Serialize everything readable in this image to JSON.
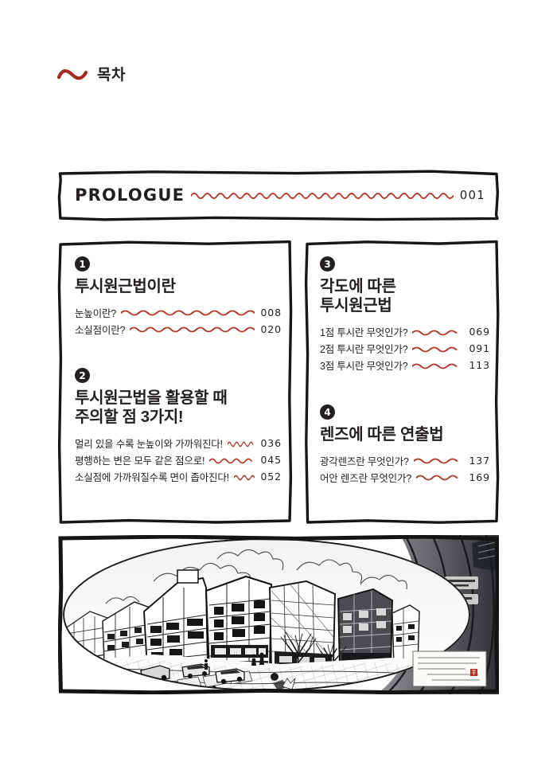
{
  "header": {
    "title": "목차",
    "squiggle_icon": "wave-squiggle-icon",
    "squiggle_color": "#a52a1e"
  },
  "colors": {
    "ink": "#231f20",
    "wave_red": "#b03828",
    "header_red": "#a52a1e",
    "paper": "#ffffff"
  },
  "prologue": {
    "label": "PROLOGUE",
    "page": "001",
    "leader_icon": "wavy-leader-icon"
  },
  "columns": {
    "left": [
      {
        "number": "1",
        "title": "투시원근법이란",
        "entries": [
          {
            "label": "눈높이란?",
            "page": "008"
          },
          {
            "label": "소실점이란?",
            "page": "020"
          }
        ]
      },
      {
        "number": "2",
        "title": "투시원근법을 활용할 때\n주의할 점 3가지!",
        "entries": [
          {
            "label": "멀리 있을 수록 눈높이와 가까워진다!",
            "page": "036"
          },
          {
            "label": "평행하는 변은 모두 같은 점으로!",
            "page": "045"
          },
          {
            "label": "소실점에 가까워질수록 면이 좁아진다!",
            "page": "052"
          }
        ]
      }
    ],
    "right": [
      {
        "number": "3",
        "title": "각도에 따른\n투시원근법",
        "entries": [
          {
            "label": "1점 투시란 무엇인가?",
            "page": "069"
          },
          {
            "label": "2점 투시란 무엇인가?",
            "page": "091"
          },
          {
            "label": "3점 투시란 무엇인가?",
            "page": "113"
          }
        ]
      },
      {
        "number": "4",
        "title": "렌즈에 따른 연출법",
        "entries": [
          {
            "label": "광각렌즈란 무엇인가?",
            "page": "137"
          },
          {
            "label": "어안 렌즈란 무엇인가?",
            "page": "169"
          }
        ]
      }
    ]
  },
  "illustration": {
    "name": "fisheye-cityscape-sketch",
    "description": "흑백 펜 드로잉 어안렌즈 도시 풍경",
    "caption_note": "handwritten-note-card",
    "seal": "red-stamp-seal"
  }
}
